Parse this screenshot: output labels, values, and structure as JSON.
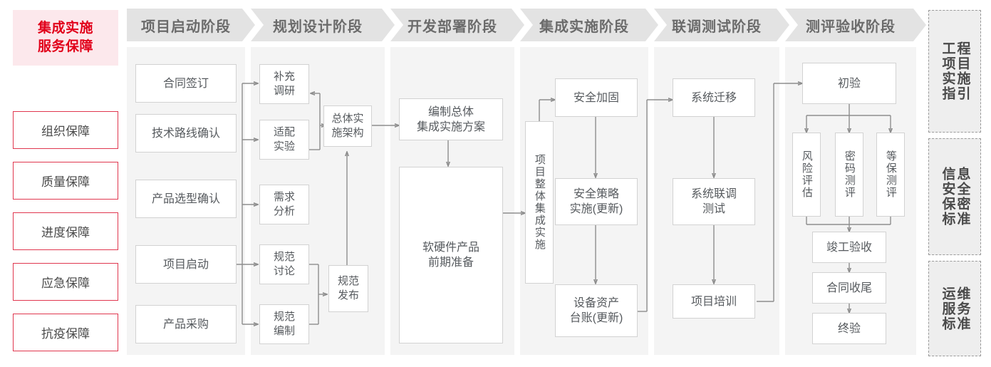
{
  "sidebar": {
    "title_lines": [
      "集成实施",
      "服务保障"
    ],
    "items": [
      {
        "label": "组织保障"
      },
      {
        "label": "质量保障"
      },
      {
        "label": "进度保障"
      },
      {
        "label": "应急保障"
      },
      {
        "label": "抗疫保障"
      }
    ],
    "accent_color": "#e1001a",
    "title_bg": "#fce8ec",
    "item_border": "#e0374f"
  },
  "phases": [
    {
      "id": "phase-1",
      "title": "项目启动阶段",
      "nodes": [
        {
          "id": "n-contract",
          "label": "合同签订"
        },
        {
          "id": "n-techroute",
          "label": "技术路线确认"
        },
        {
          "id": "n-product",
          "label": "产品选型确认"
        },
        {
          "id": "n-kickoff",
          "label": "项目启动"
        },
        {
          "id": "n-purchase",
          "label": "产品采购"
        }
      ]
    },
    {
      "id": "phase-2",
      "title": "规划设计阶段",
      "nodes": [
        {
          "id": "n-survey",
          "label": "补充\n调研"
        },
        {
          "id": "n-adapt",
          "label": "适配\n实验"
        },
        {
          "id": "n-require",
          "label": "需求\n分析"
        },
        {
          "id": "n-specdisc",
          "label": "规范\n讨论"
        },
        {
          "id": "n-specwrite",
          "label": "规范\n编制"
        },
        {
          "id": "n-arch",
          "label": "总体实\n施架构"
        },
        {
          "id": "n-specpub",
          "label": "规范\n发布"
        }
      ]
    },
    {
      "id": "phase-3",
      "title": "开发部署阶段",
      "nodes": [
        {
          "id": "n-plan",
          "label": "编制总体\n集成实施方案"
        },
        {
          "id": "n-prep",
          "label": "软硬件产品\n前期准备"
        }
      ]
    },
    {
      "id": "phase-4",
      "title": "集成实施阶段",
      "nodes": [
        {
          "id": "n-overall",
          "label": "项目整体集成实施"
        },
        {
          "id": "n-harden",
          "label": "安全加固"
        },
        {
          "id": "n-policy",
          "label": "安全策略\n实施(更新)"
        },
        {
          "id": "n-asset",
          "label": "设备资产\n台账(更新)"
        }
      ]
    },
    {
      "id": "phase-5",
      "title": "联调测试阶段",
      "nodes": [
        {
          "id": "n-migrate",
          "label": "系统迁移"
        },
        {
          "id": "n-jointtest",
          "label": "系统联调\n测试"
        },
        {
          "id": "n-training",
          "label": "项目培训"
        }
      ]
    },
    {
      "id": "phase-6",
      "title": "测评验收阶段",
      "nodes": [
        {
          "id": "n-firstacc",
          "label": "初验"
        },
        {
          "id": "n-risk",
          "label": "风险评估"
        },
        {
          "id": "n-crypto",
          "label": "密码测评"
        },
        {
          "id": "n-grade",
          "label": "等保测评"
        },
        {
          "id": "n-complete",
          "label": "竣工验收"
        },
        {
          "id": "n-closeout",
          "label": "合同收尾"
        },
        {
          "id": "n-finalacc",
          "label": "终验"
        }
      ]
    }
  ],
  "standards": [
    {
      "id": "std-engineering",
      "right_col": "程目施引",
      "left_col": "工项实指",
      "full": "工程项目实施指引"
    },
    {
      "id": "std-security",
      "right_col": "息全密准",
      "left_col": "信安保标",
      "full": "信息安全保密标准"
    },
    {
      "id": "std-ops",
      "right_col": "维务准",
      "left_col": "运服标",
      "full": "运维服务标准"
    }
  ]
}
